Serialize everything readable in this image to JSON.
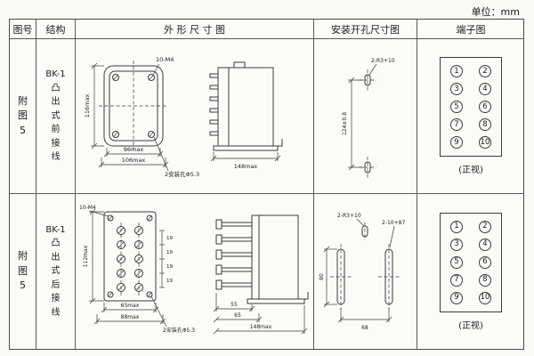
{
  "unit_label": "单位：mm",
  "headers": {
    "fig": "图号",
    "structure": "结构",
    "outline": "外 形 尺 寸 图",
    "install": "安装开孔尺寸图",
    "terminal": "端子图"
  },
  "rows": [
    {
      "fig_no": "附\n图\n5",
      "structure": "BK-1\n凸\n出\n式\n前\n接\n线",
      "outline_labels": {
        "thread": "10-M4",
        "height": "116max",
        "width": "96max",
        "width_outer": "106max",
        "mount_hole": "2安装孔Φ5.3",
        "depth": "148max"
      },
      "install_labels": {
        "hole": "2-R3+10",
        "spacing": "124±0.8"
      },
      "terminal": {
        "cells": [
          "1",
          "2",
          "3",
          "4",
          "5",
          "6",
          "7",
          "8",
          "9",
          "10"
        ],
        "caption": "(正视)"
      }
    },
    {
      "fig_no": "附\n图\n5",
      "structure": "BK-1\n凸\n出\n式\n后\n接\n线",
      "outline_labels": {
        "thread": "10-M4",
        "height": "112max",
        "pitch": "19",
        "width": "65max",
        "width_outer": "88max",
        "mount_hole": "2安装孔Φ5.3",
        "pin_len": "55",
        "mid": "65",
        "depth": "148max"
      },
      "install_labels": {
        "hole": "2-R3+10",
        "slot": "2-10+87",
        "height": "80",
        "spacing": "68"
      },
      "terminal": {
        "cells": [
          "1",
          "2",
          "3",
          "4",
          "5",
          "6",
          "7",
          "8",
          "9",
          "10"
        ],
        "caption": "(正视)"
      }
    }
  ]
}
